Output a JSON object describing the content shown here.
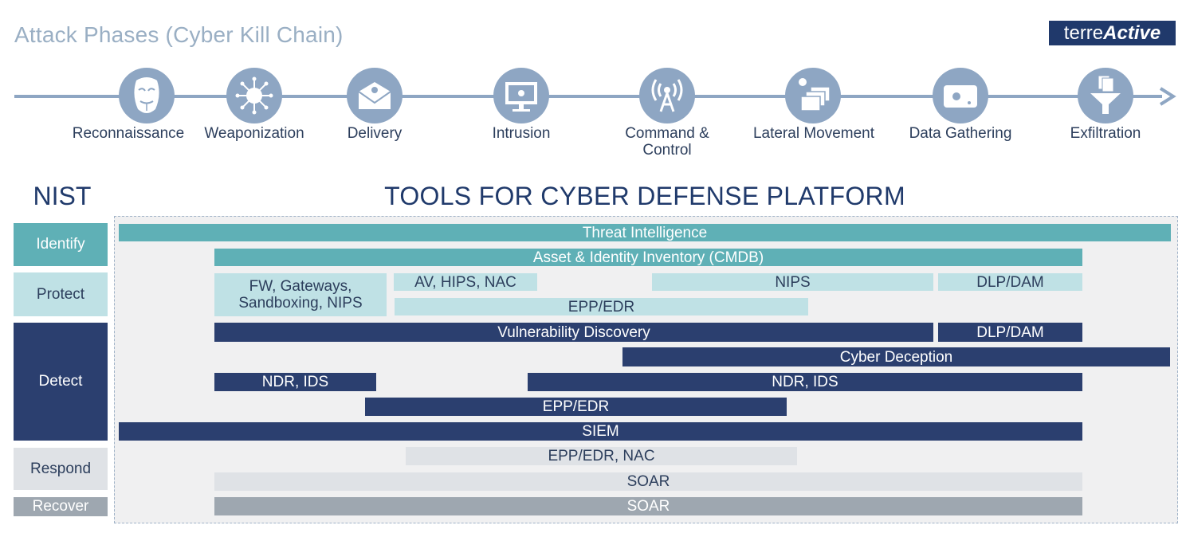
{
  "header": {
    "title": "Attack Phases (Cyber Kill Chain)",
    "logo_light": "terre",
    "logo_bold": "Active"
  },
  "phases": [
    {
      "label": "Reconnaissance",
      "icon": "anonymous-mask-icon"
    },
    {
      "label": "Weaponization",
      "icon": "virus-icon"
    },
    {
      "label": "Delivery",
      "icon": "email-virus-icon"
    },
    {
      "label": "Intrusion",
      "icon": "monitor-virus-icon"
    },
    {
      "label": "Command & Control",
      "icon": "antenna-icon"
    },
    {
      "label": "Lateral Movement",
      "icon": "multiple-screens-icon"
    },
    {
      "label": "Data Gathering",
      "icon": "hard-drive-virus-icon"
    },
    {
      "label": "Exfiltration",
      "icon": "funnel-documents-icon"
    }
  ],
  "nist_title": "NIST",
  "tools_title": "TOOLS FOR CYBER DEFENSE PLATFORM",
  "nist": {
    "identify": "Identify",
    "protect": "Protect",
    "detect": "Detect",
    "respond": "Respond",
    "recover": "Recover"
  },
  "tools": {
    "threat_intel": "Threat Intelligence",
    "cmdb": "Asset & Identity Inventory (CMDB)",
    "fw_line1": "FW, Gateways,",
    "fw_line2": "Sandboxing, NIPS",
    "av": "AV, HIPS, NAC",
    "nips": "NIPS",
    "dlp_protect": "DLP/DAM",
    "epp_protect": "EPP/EDR",
    "vuln": "Vulnerability Discovery",
    "dlp_detect": "DLP/DAM",
    "deception": "Cyber Deception",
    "ndr1": "NDR, IDS",
    "ndr2": "NDR, IDS",
    "epp_detect": "EPP/EDR",
    "siem": "SIEM",
    "epp_respond": "EPP/EDR, NAC",
    "soar_respond": "SOAR",
    "soar_recover": "SOAR"
  },
  "colors": {
    "identify": "#5fb0b6",
    "protect": "#bfe1e5",
    "detect": "#2b3f6f",
    "respond": "#dfe2e6",
    "recover": "#9ea7b0",
    "timeline": "#8ea6c3"
  }
}
